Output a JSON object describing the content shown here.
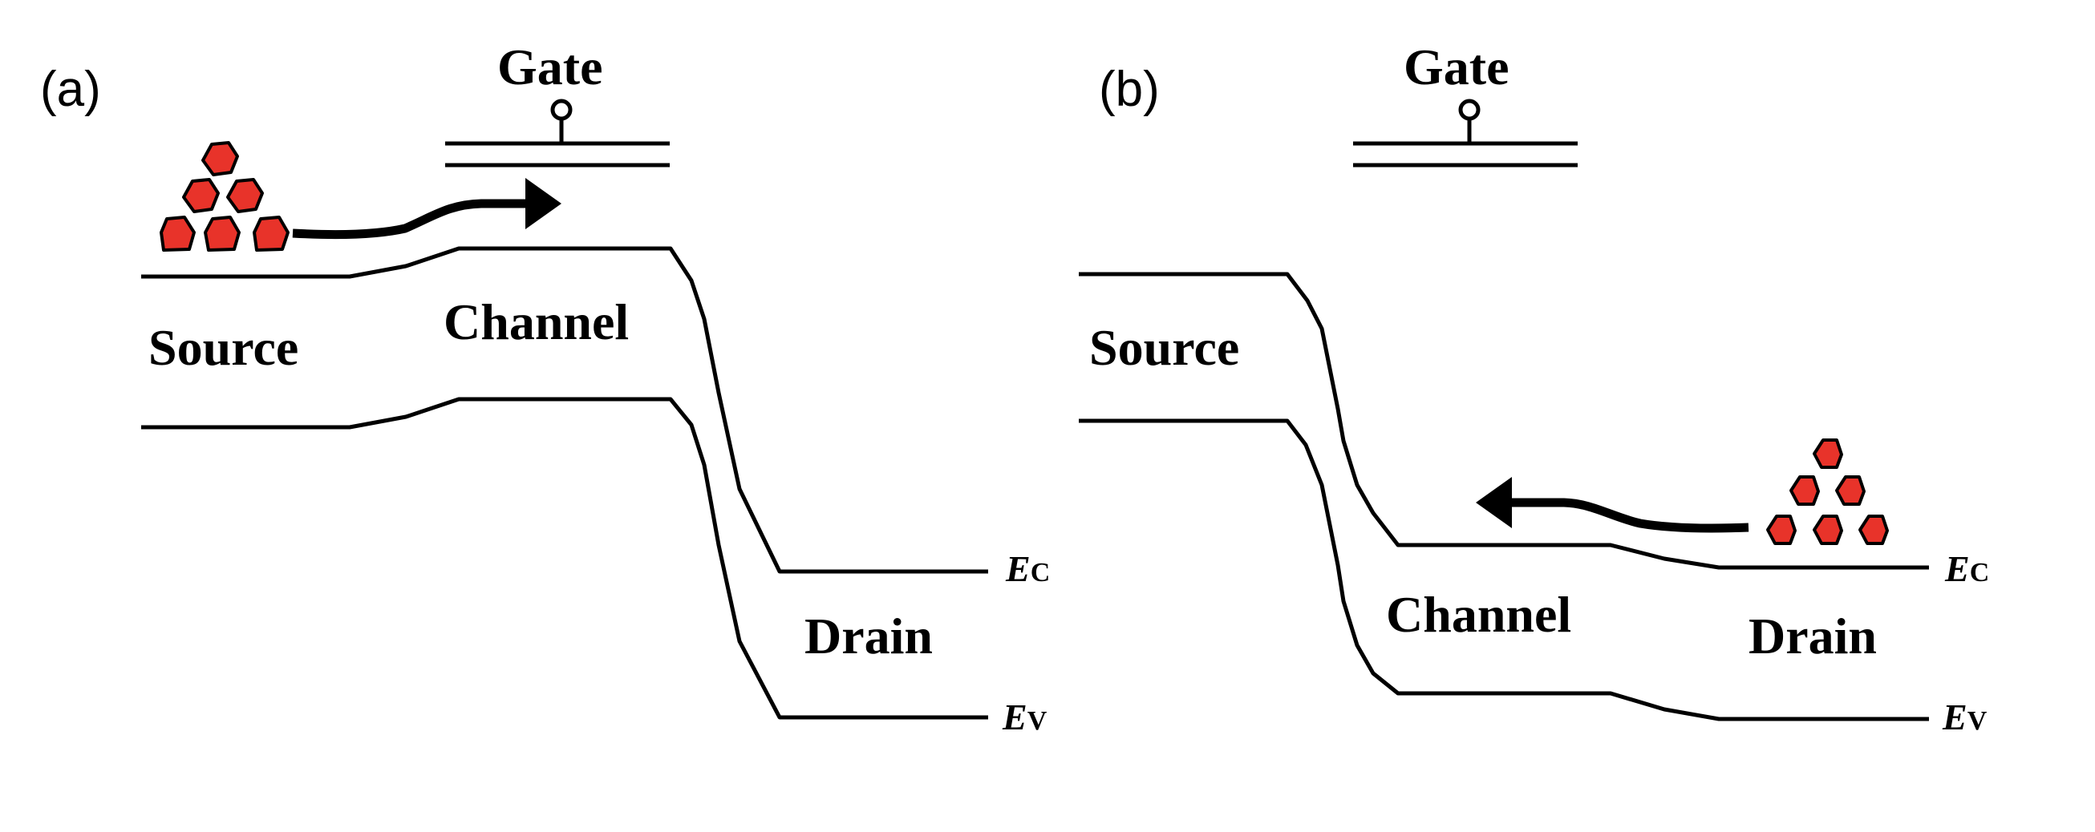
{
  "panels": [
    {
      "label": "(a)",
      "gate": "Gate",
      "source": "Source",
      "channel": "Channel",
      "drain": "Drain",
      "ec_main": "E",
      "ec_sub": "C",
      "ev_main": "E",
      "ev_sub": "V"
    },
    {
      "label": "(b)",
      "gate": "Gate",
      "source": "Source",
      "channel": "Channel",
      "drain": "Drain",
      "ec_main": "E",
      "ec_sub": "C",
      "ev_main": "E",
      "ev_sub": "V"
    }
  ],
  "colors": {
    "electron": "#e8332a",
    "line": "#000000",
    "background": "#ffffff"
  },
  "icons": {
    "gate_terminal": "gate-terminal-icon",
    "electron": "electron-icon",
    "flow_arrow": "arrow-icon"
  }
}
